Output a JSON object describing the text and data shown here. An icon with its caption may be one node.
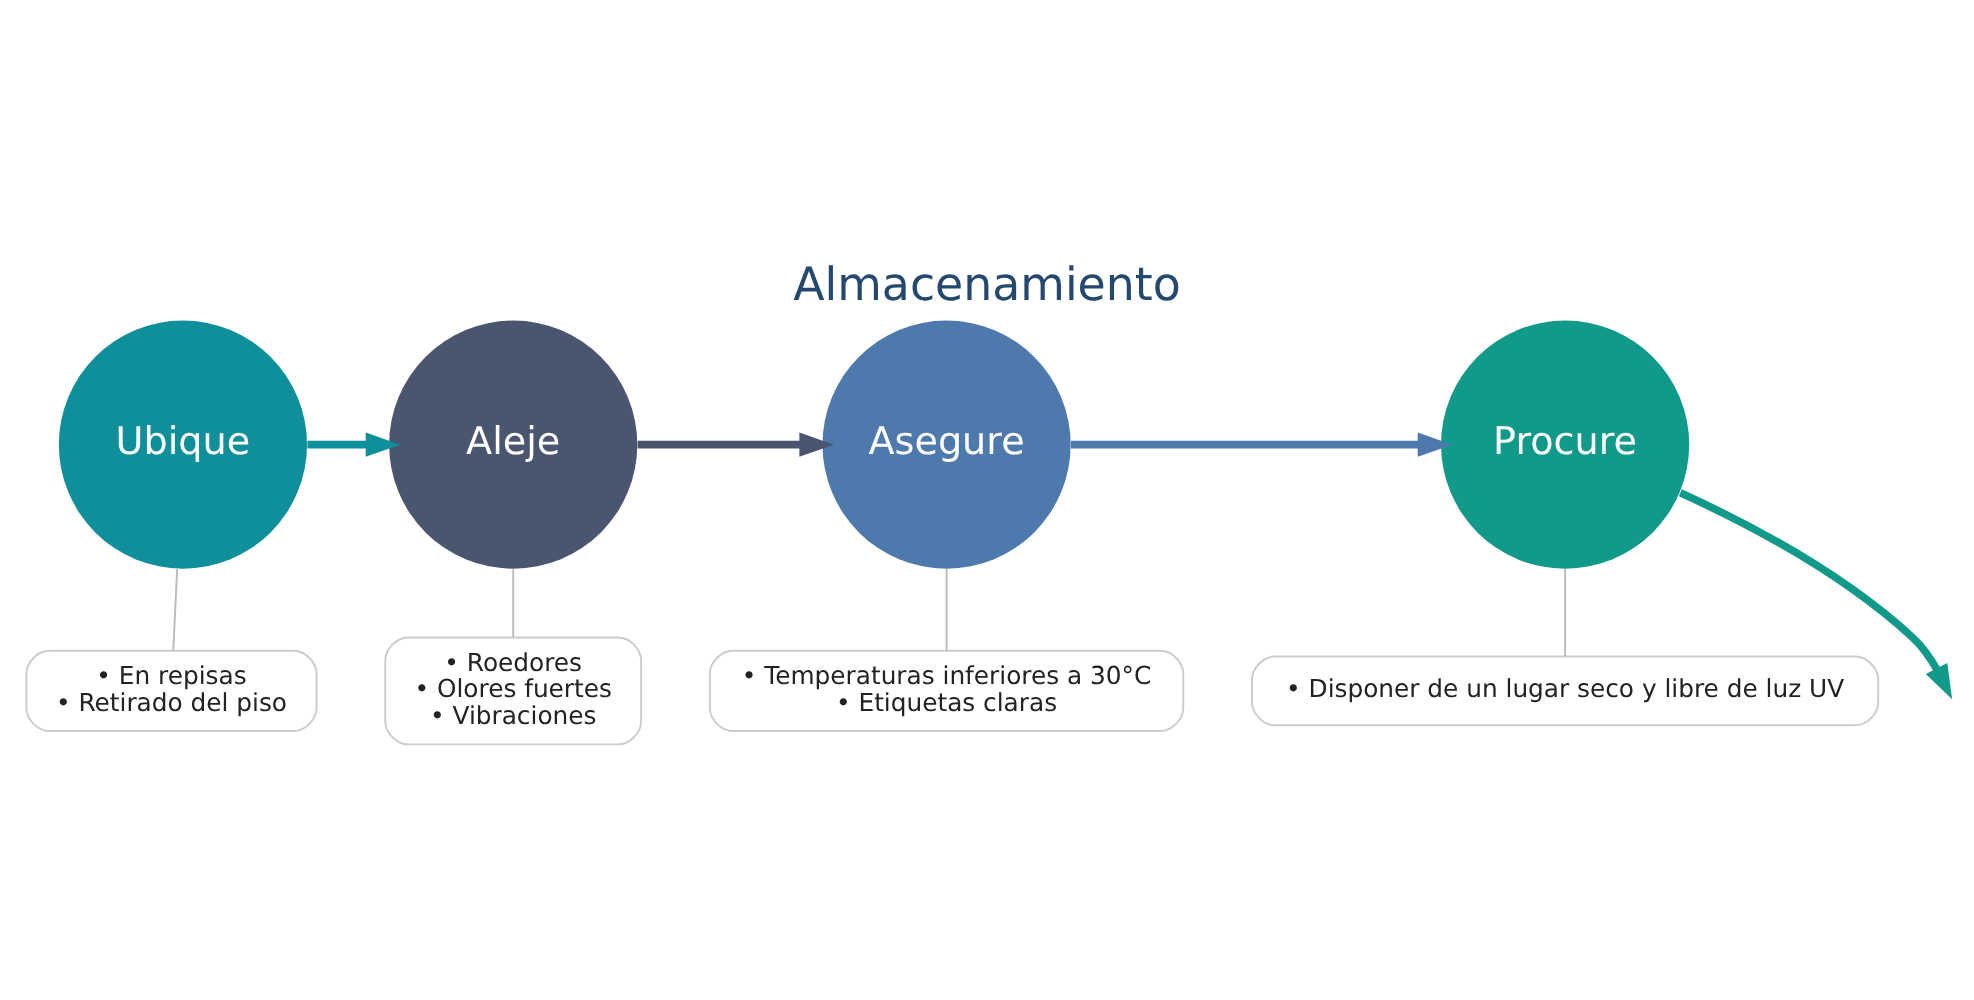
{
  "diagram": {
    "title": "Almacenamiento",
    "nodes": [
      {
        "text": [
          "Ubique"
        ]
      },
      {
        "text": [
          "Aleje"
        ]
      },
      {
        "text": [
          "Asegure"
        ]
      },
      {
        "text": [
          "Procure"
        ]
      },
      {
        "text": [
          "• En repisas",
          "• Retirado del piso"
        ]
      },
      {
        "text": [
          "• Roedores",
          "• Olores fuertes",
          "• Vibraciones"
        ]
      },
      {
        "text": [
          "• Temperaturas inferiores a 30°C",
          "• Etiquetas claras"
        ]
      },
      {
        "text": [
          "• Disponer de un lugar seco y libre de luz UV"
        ]
      }
    ],
    "edges": [
      {
        "from": 0,
        "to": 1,
        "arrow": "to",
        "style": "thick",
        "color": "#0e8f9a"
      },
      {
        "from": 1,
        "to": 2,
        "arrow": "to",
        "style": "thick",
        "color": "#4a5570"
      },
      {
        "from": 2,
        "to": 3,
        "arrow": "to",
        "style": "thick",
        "color": "#4e79ad"
      },
      {
        "from": 3,
        "to": null,
        "arrow": "to",
        "style": "thick",
        "color": "#11998a"
      },
      {
        "from": 0,
        "to": 4,
        "arrow": "none"
      },
      {
        "from": 1,
        "to": 5,
        "arrow": "none"
      },
      {
        "from": 2,
        "to": 6,
        "arrow": "none"
      },
      {
        "from": 3,
        "to": 7,
        "arrow": "none"
      }
    ]
  }
}
